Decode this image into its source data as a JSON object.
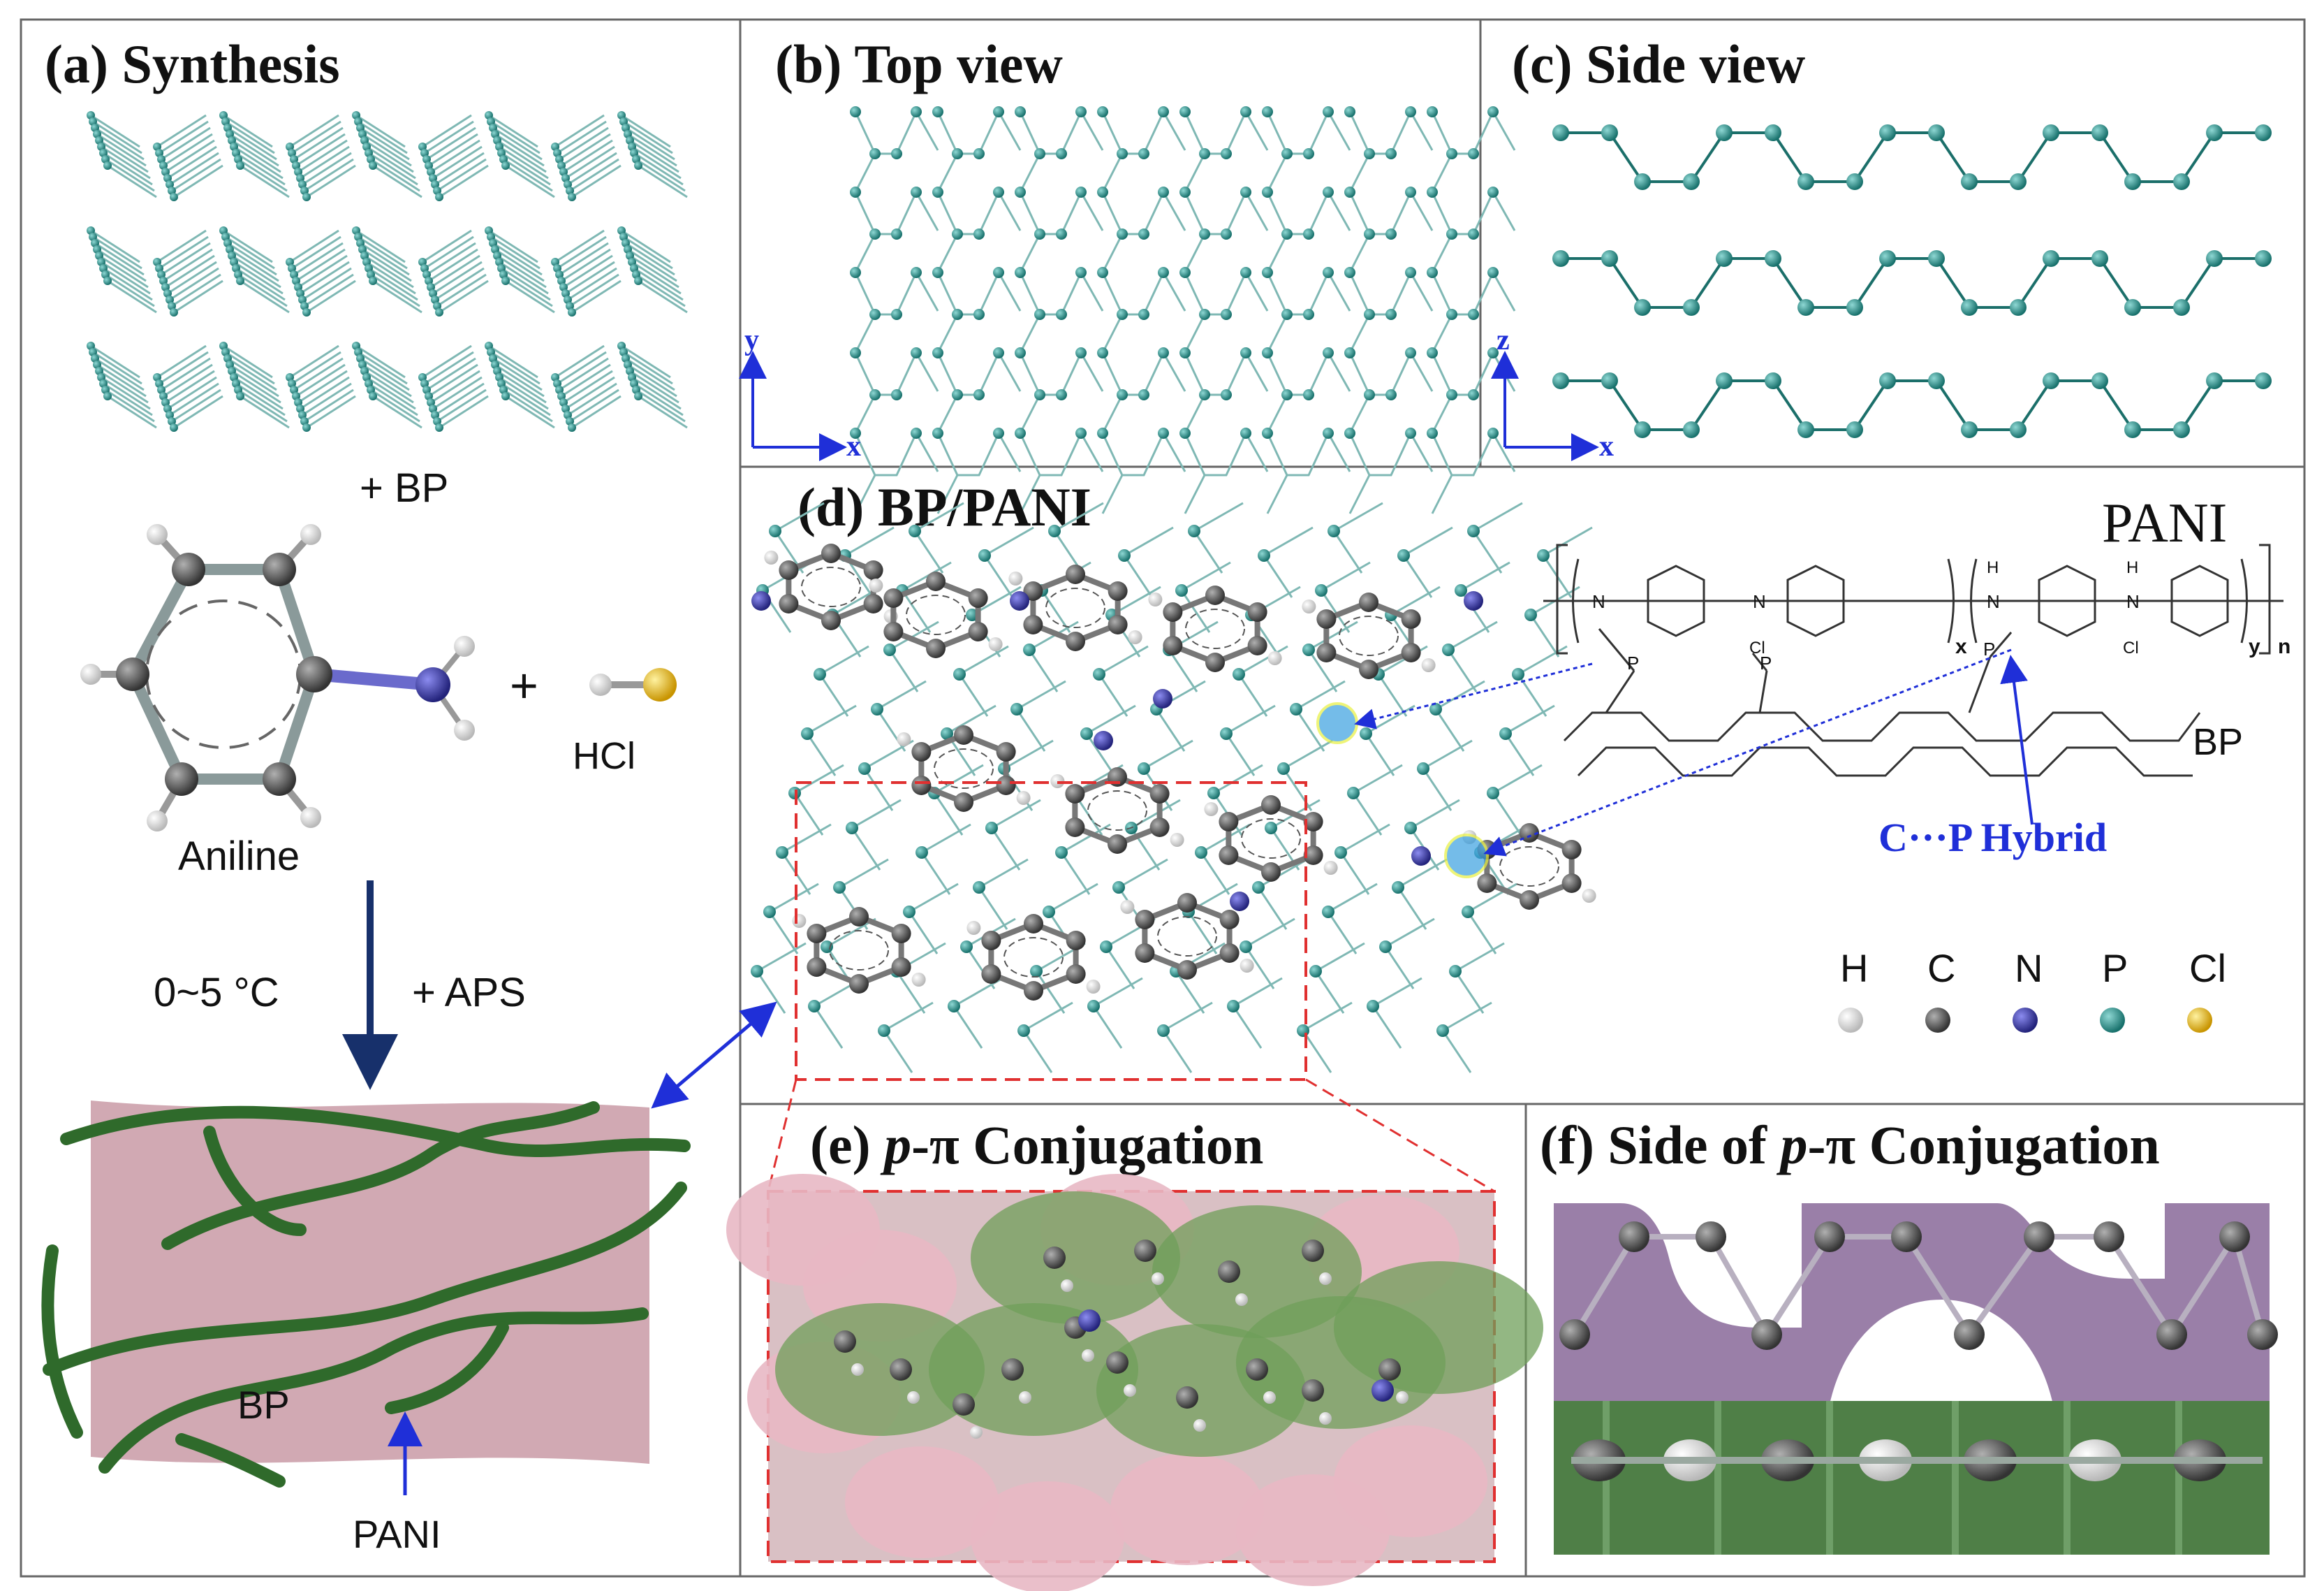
{
  "panels": {
    "a": {
      "title": "(a) Synthesis"
    },
    "b": {
      "title": "(b) Top view",
      "axis_y": "y",
      "axis_x": "x"
    },
    "c": {
      "title": "(c) Side view",
      "axis_z": "z",
      "axis_x": "x"
    },
    "d": {
      "title": "(d) BP/PANI"
    },
    "e": {
      "title_prefix": "(e) ",
      "title_italic": "p",
      "title_suffix": "-π Conjugation"
    },
    "f": {
      "title_prefix": "(f) Side of ",
      "title_italic": "p",
      "title_suffix": "-π Conjugation"
    }
  },
  "synthesis": {
    "plus_bp": "+ BP",
    "aniline": "Aniline",
    "plus": "+",
    "hcl": "HCl",
    "temperature": "0~5 °C",
    "plus_aps": "+ APS",
    "bp_label": "BP",
    "pani_label": "PANI"
  },
  "bp_pani": {
    "pani_title": "PANI",
    "sub_x": "x",
    "sub_y": "y",
    "sub_n": "n",
    "h_atom": "H",
    "n_atom": "N",
    "cl_atom": "Cl",
    "p_atom": "P",
    "bp_label": "BP",
    "hybrid_label": "C···P Hybrid"
  },
  "legend": {
    "items": [
      {
        "label": "H",
        "color": "#f2f2f2"
      },
      {
        "label": "C",
        "color": "#5a5a5a"
      },
      {
        "label": "N",
        "color": "#3a3aa8"
      },
      {
        "label": "P",
        "color": "#1f8f8a"
      },
      {
        "label": "Cl",
        "color": "#f0c020"
      }
    ]
  },
  "colors": {
    "phosphorus": "#1f8f8a",
    "bond": "#7fb8b4",
    "carbon": "#5a5a5a",
    "nitrogen": "#3a3aa8",
    "pani_fiber": "#3f7f3a",
    "bp_sheet": "#c99aa6",
    "arrow_blue": "#1f2fd8",
    "dashed_red": "#e03030"
  }
}
